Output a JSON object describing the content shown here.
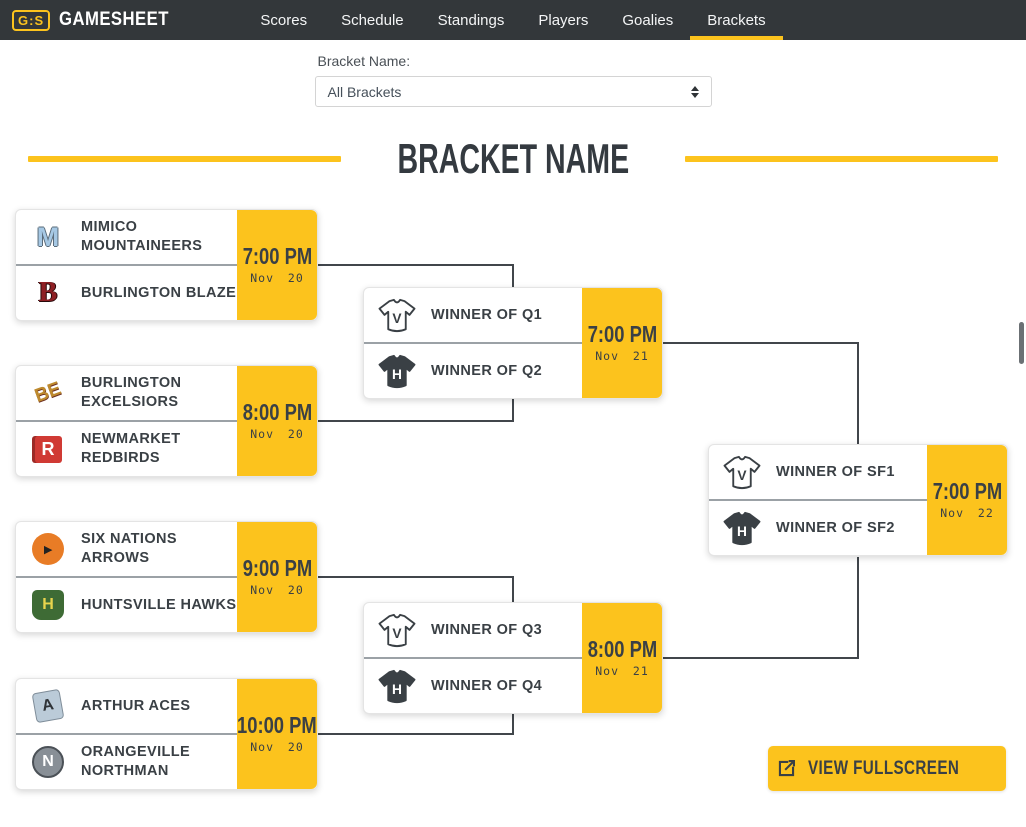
{
  "nav": {
    "logo": {
      "monogram": "G:S",
      "wordmark": "GAMESHEET"
    },
    "items": [
      {
        "label": "Scores",
        "active": false
      },
      {
        "label": "Schedule",
        "active": false
      },
      {
        "label": "Standings",
        "active": false
      },
      {
        "label": "Players",
        "active": false
      },
      {
        "label": "Goalies",
        "active": false
      },
      {
        "label": "Brackets",
        "active": true
      }
    ]
  },
  "filter": {
    "label": "Bracket Name:",
    "selected_option": "All Brackets"
  },
  "bracket": {
    "title": "BRACKET NAME",
    "jersey_letters": {
      "visitor": "V",
      "home": "H"
    },
    "round1": [
      {
        "time": "7:00 PM",
        "date": "Nov 20",
        "teams": [
          {
            "name": "MIMICO\nMOUNTAINEERS",
            "logo_icon": "mimico-mountaineers-logo",
            "logo_letter": "M"
          },
          {
            "name": "BURLINGTON BLAZE",
            "logo_icon": "burlington-blaze-logo",
            "logo_letter": "B"
          }
        ]
      },
      {
        "time": "8:00 PM",
        "date": "Nov 20",
        "teams": [
          {
            "name": "BURLINGTON\nEXCELSIORS",
            "logo_icon": "burlington-excelsiors-logo",
            "logo_letter": "BE"
          },
          {
            "name": "NEWMARKET\nREDBIRDS",
            "logo_icon": "newmarket-redbirds-logo",
            "logo_letter": "R"
          }
        ]
      },
      {
        "time": "9:00 PM",
        "date": "Nov 20",
        "teams": [
          {
            "name": "SIX NATIONS ARROWS",
            "logo_icon": "six-nations-arrows-logo",
            "logo_letter": "▸"
          },
          {
            "name": "HUNTSVILLE HAWKS",
            "logo_icon": "huntsville-hawks-logo",
            "logo_letter": "H"
          }
        ]
      },
      {
        "time": "10:00 PM",
        "date": "Nov 20",
        "teams": [
          {
            "name": "ARTHUR ACES",
            "logo_icon": "arthur-aces-logo",
            "logo_letter": "A"
          },
          {
            "name": "ORANGEVILLE\nNORTHMAN",
            "logo_icon": "orangeville-northman-logo",
            "logo_letter": "N"
          }
        ]
      }
    ],
    "semifinals": [
      {
        "time": "7:00 PM",
        "date": "Nov 21",
        "slots": [
          "WINNER OF Q1",
          "WINNER OF Q2"
        ]
      },
      {
        "time": "8:00 PM",
        "date": "Nov 21",
        "slots": [
          "WINNER OF Q3",
          "WINNER OF Q4"
        ]
      }
    ],
    "final": {
      "time": "7:00 PM",
      "date": "Nov 22",
      "slots": [
        "WINNER OF SF1",
        "WINNER OF SF2"
      ]
    }
  },
  "fullscreen_button": {
    "label": "VIEW FULLSCREEN"
  },
  "colors": {
    "accent_yellow": "#fcc31d",
    "navbar_background": "#33373a",
    "text_dark": "#3a4045",
    "connector_line": "#41464b"
  }
}
